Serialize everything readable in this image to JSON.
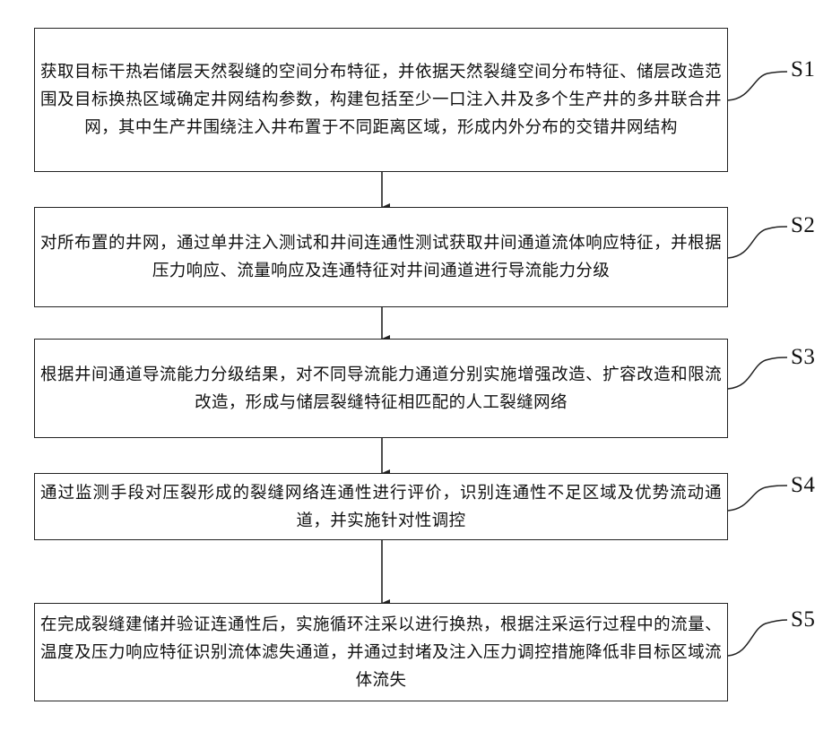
{
  "steps": [
    {
      "label": "S1",
      "text": "获取目标干热岩储层天然裂缝的空间分布特征，并依据天然裂缝空间分布特征、储层改造范围及目标换热区域确定井网结构参数，构建包括至少一口注入井及多个生产井的多井联合井网，其中生产井围绕注入井布置于不同距离区域，形成内外分布的交错井网结构"
    },
    {
      "label": "S2",
      "text": "对所布置的井网，通过单井注入测试和井间连通性测试获取井间通道流体响应特征，并根据压力响应、流量响应及连通特征对井间通道进行导流能力分级"
    },
    {
      "label": "S3",
      "text": "根据井间通道导流能力分级结果，对不同导流能力通道分别实施增强改造、扩容改造和限流改造，形成与储层裂缝特征相匹配的人工裂缝网络"
    },
    {
      "label": "S4",
      "text": "通过监测手段对压裂形成的裂缝网络连通性进行评价，识别连通性不足区域及优势流动通道，并实施针对性调控"
    },
    {
      "label": "S5",
      "text": "在完成裂缝建储并验证连通性后，实施循环注采以进行换热，根据注采运行过程中的流量、温度及压力响应特征识别流体滤失通道，并通过封堵及注入压力调控措施降低非目标区域流体流失"
    }
  ]
}
